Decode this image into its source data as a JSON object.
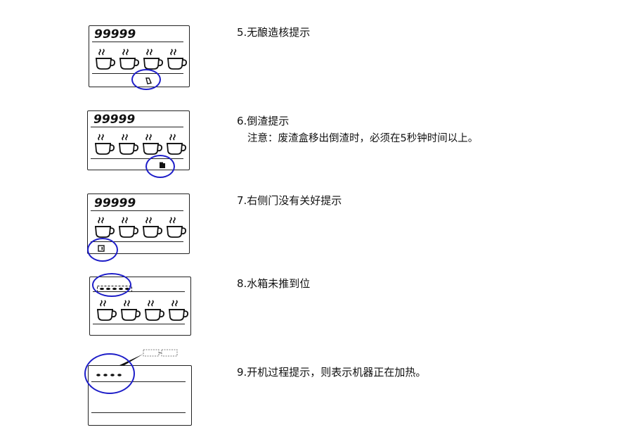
{
  "display_counter": "99999",
  "steps": [
    {
      "text": "5.无酿造核提示"
    },
    {
      "text": "6.倒渣提示",
      "note": "注意：废渣盒移出倒渣时，必须在5秒钟时间以上。"
    },
    {
      "text": "7.右侧门没有关好提示"
    },
    {
      "text": "8.水箱未推到位"
    },
    {
      "text": "9.开机过程提示，则表示机器正在加热。"
    }
  ],
  "colors": {
    "highlight_ring": "#1e1ec8",
    "line": "#222222"
  },
  "icons": [
    "coffee-cup-icon",
    "capsule-icon",
    "grounds-box-icon",
    "door-icon",
    "water-tank-icon",
    "heating-dots-icon"
  ]
}
